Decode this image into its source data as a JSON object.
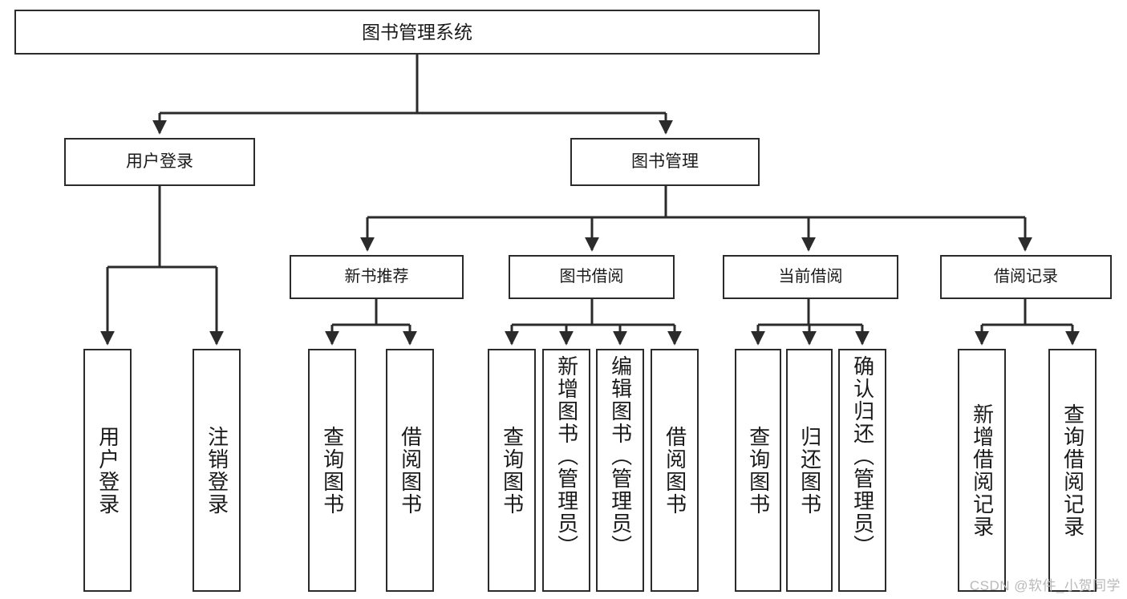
{
  "diagram": {
    "type": "tree",
    "title": "图书管理系统",
    "root": {
      "label": "图书管理系统"
    },
    "level1": [
      {
        "label": "用户登录"
      },
      {
        "label": "图书管理"
      }
    ],
    "level2": [
      {
        "label": "新书推荐"
      },
      {
        "label": "图书借阅"
      },
      {
        "label": "当前借阅"
      },
      {
        "label": "借阅记录"
      }
    ],
    "leaves": {
      "user_login": [
        {
          "label": "用户登录"
        },
        {
          "label": "注销登录"
        }
      ],
      "new_book": [
        {
          "label": "查询图书"
        },
        {
          "label": "借阅图书"
        }
      ],
      "book_borrow": [
        {
          "label": "查询图书"
        },
        {
          "label": "新增图书（管理员）"
        },
        {
          "label": "编辑图书（管理员）"
        },
        {
          "label": "借阅图书"
        }
      ],
      "current_borrow": [
        {
          "label": "查询图书"
        },
        {
          "label": "归还图书"
        },
        {
          "label": "确认归还（管理员）"
        }
      ],
      "borrow_records": [
        {
          "label": "新增借阅记录"
        },
        {
          "label": "查询借阅记录"
        }
      ]
    }
  },
  "watermark": {
    "text": "CSDN @软件_小贺同学"
  },
  "colors": {
    "stroke": "#2b2b2b",
    "background": "#ffffff",
    "text": "#1a1a1a",
    "watermark": "#b9b9b9"
  }
}
